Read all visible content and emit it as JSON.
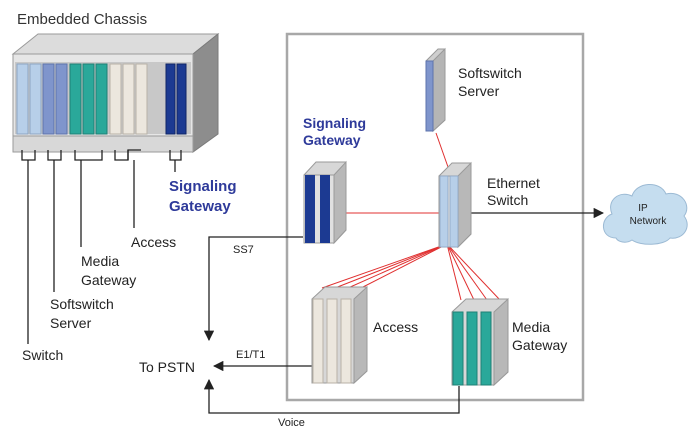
{
  "colors": {
    "accent_blue": "#2e3a9a",
    "signaling_card": "#1c3a92",
    "media_card": "#2aa89a",
    "access_card": "#e8e3da",
    "switch_card": "#b7cfe9",
    "softswitch_card": "#7f95cc",
    "red_link": "#e03030",
    "cloud_fill": "#c5ddef"
  },
  "chassis": {
    "title": "Embedded Chassis",
    "legend": {
      "switch": "Switch",
      "softswitch": [
        "Softswitch",
        "Server"
      ],
      "media": [
        "Media",
        "Gateway"
      ],
      "access": "Access",
      "signaling": [
        "Signaling",
        "Gateway"
      ]
    }
  },
  "network": {
    "softswitch": [
      "Softswitch",
      "Server"
    ],
    "signaling": [
      "Signaling",
      "Gateway"
    ],
    "ethernet": [
      "Ethernet",
      "Switch"
    ],
    "access": "Access",
    "media": [
      "Media",
      "Gateway"
    ],
    "cloud": [
      "IP",
      "Network"
    ]
  },
  "links": {
    "ss7": "SS7",
    "e1t1": "E1/T1",
    "voice": "Voice",
    "pstn": "To PSTN"
  }
}
